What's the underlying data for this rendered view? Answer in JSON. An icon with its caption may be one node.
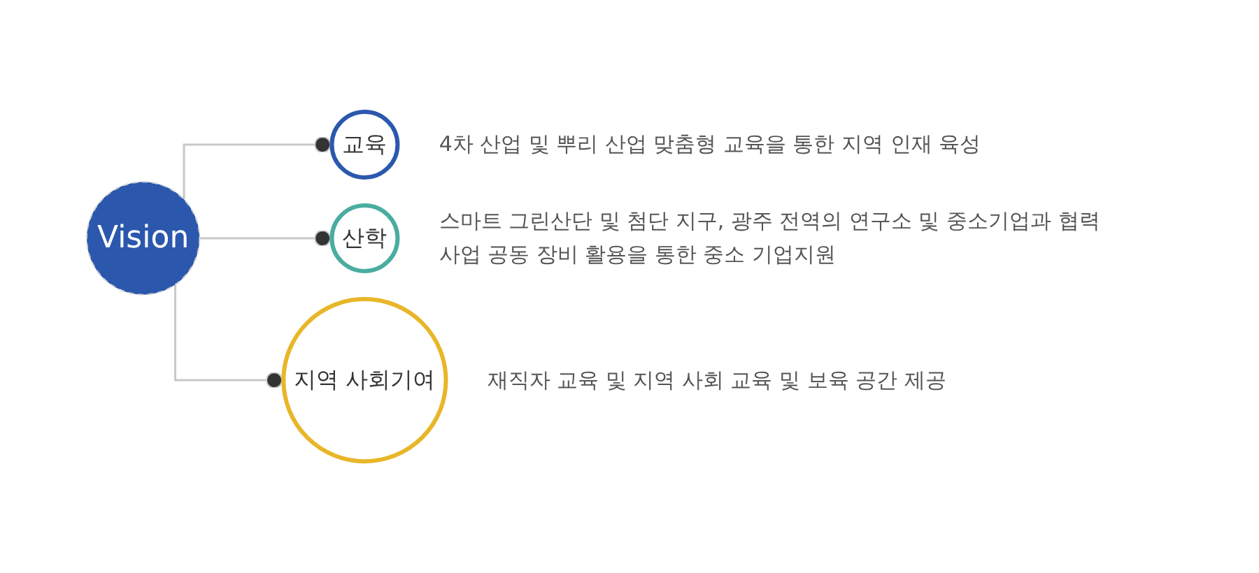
{
  "diagram": {
    "nodes": [
      {
        "text": [
          "Vision"
        ]
      },
      {
        "text": [
          "교육"
        ],
        "beside": [
          "4차 산업 및 뿌리 산업 맞춤형 교육을 통한 지역 인재 육성"
        ]
      },
      {
        "text": [
          "산학"
        ],
        "beside": [
          "스마트 그린산단 및 첨단 지구, 광주 전역의 연구소 및 중소기업과 협력 사업 공동 장비 활용을 통한 중소 기업지원"
        ]
      },
      {
        "text": [
          "지역 사회기여"
        ],
        "beside": [
          "재직자 교육 및 지역 사회 교육 및 보육 공간 제공"
        ]
      }
    ],
    "edges": [
      {
        "from": 0,
        "to": 1,
        "arrow": "other"
      },
      {
        "from": 0,
        "to": 2,
        "arrow": "other"
      },
      {
        "from": 0,
        "to": 3,
        "arrow": "other"
      }
    ]
  }
}
